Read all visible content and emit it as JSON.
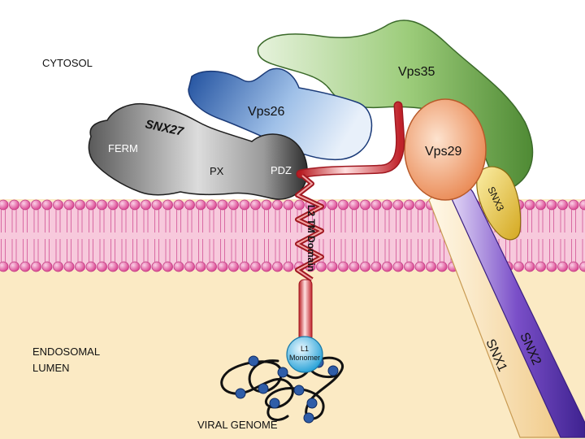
{
  "regions": {
    "cytosol": "CYTOSOL",
    "endosomal_line1": "ENDOSOMAL",
    "endosomal_line2": "LUMEN"
  },
  "proteins": {
    "snx27": "SNX27",
    "ferm": "FERM",
    "px": "PX",
    "pdz": "PDZ",
    "vps26": "Vps26",
    "vps35": "Vps35",
    "vps29": "Vps29",
    "snx3": "SNX3",
    "snx1": "SNX1",
    "snx2": "SNX2"
  },
  "viral": {
    "l2_tm": "L2 TM Domain",
    "l1_line1": "L1",
    "l1_line2": "Monomer",
    "genome": "VIRAL GENOME"
  },
  "colors": {
    "lumen": "#fbeac4",
    "membrane": "#f7c9dc",
    "lipid_head": "#e85aa4",
    "vps35": "#6aa84f",
    "vps26": "#2f5da8",
    "vps29": "#f0a070",
    "snx27": "#4a4a4a",
    "snx3": "#e6c84a",
    "snx1": "#f4d7a0",
    "snx2": "#7a4fc8",
    "l2": "#d9262e",
    "l1": "#35b4e6",
    "genome_bead": "#2f5da8"
  }
}
